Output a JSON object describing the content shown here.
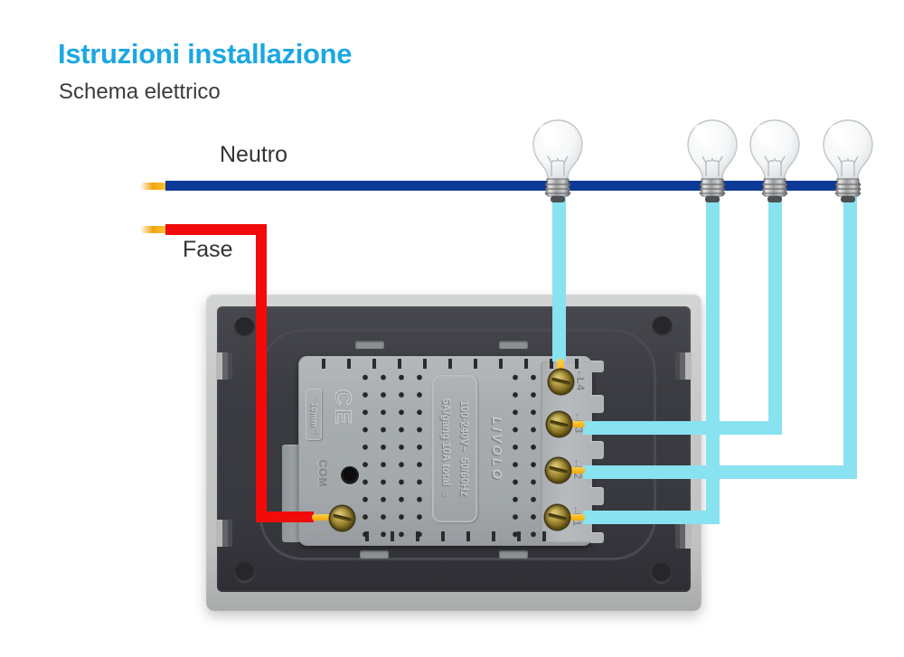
{
  "header": {
    "title": "Istruzioni installazione",
    "subtitle": "Schema elettrico"
  },
  "wires": {
    "neutral": {
      "label": "Neutro",
      "color": "#0c3a96"
    },
    "phase": {
      "label": "Fase",
      "color": "#f30b0b"
    },
    "load_wire_color": "#88e2f0",
    "bare_tip_color": "#f2a50c"
  },
  "bulbs": {
    "count": 4,
    "icon": "incandescent-bulb-icon"
  },
  "device": {
    "type": "touch-switch-rear-view",
    "brand": "LIVOLO",
    "ratings_line1": "100-240V~  50/60Hz",
    "ratings_line2": "5A/gang 10A total ☼",
    "strip_marking": {
      "arrow_top": "↑",
      "text": "10mm",
      "arrow_bottom": "↓"
    },
    "ce_mark": "CE",
    "com_terminal": {
      "label": "COM"
    },
    "terminals": [
      {
        "arrow": "↑",
        "label": "L4"
      },
      {
        "arrow": "↑",
        "label": "L3"
      },
      {
        "arrow": "↑",
        "label": "L2"
      },
      {
        "arrow": "↑",
        "label": "L1"
      }
    ]
  },
  "colors": {
    "accent_title": "#1ba7e3",
    "plate_gray": "#c7c9c8",
    "frame_dark": "#3b3b42",
    "module_gray": "#a8adb0"
  }
}
